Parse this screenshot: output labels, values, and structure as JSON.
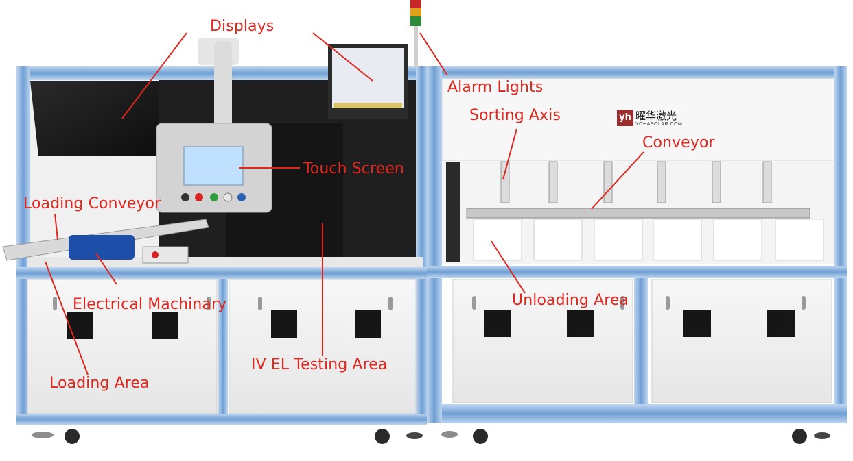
{
  "labels": {
    "displays": "Displays",
    "alarm_lights": "Alarm Lights",
    "sorting_axis": "Sorting Axis",
    "conveyor": "Conveyor",
    "touch_screen": "Touch Screen",
    "loading_conveyor": "Loading Conveyor",
    "electrical_machinery": "Electrical Machinary",
    "loading_area": "Loading Area",
    "iv_el_testing_area": "IV EL Testing Area",
    "unloading_area": "Unloading Area"
  },
  "brand": {
    "logo_text": "yh",
    "name_cn": "曜华激光",
    "site": "YOHASOLAR.COM"
  },
  "colors": {
    "callout": "#e0261d",
    "frame": "#6f9fd4",
    "panel": "#f3f3f3",
    "dark": "#1c1c1c"
  }
}
